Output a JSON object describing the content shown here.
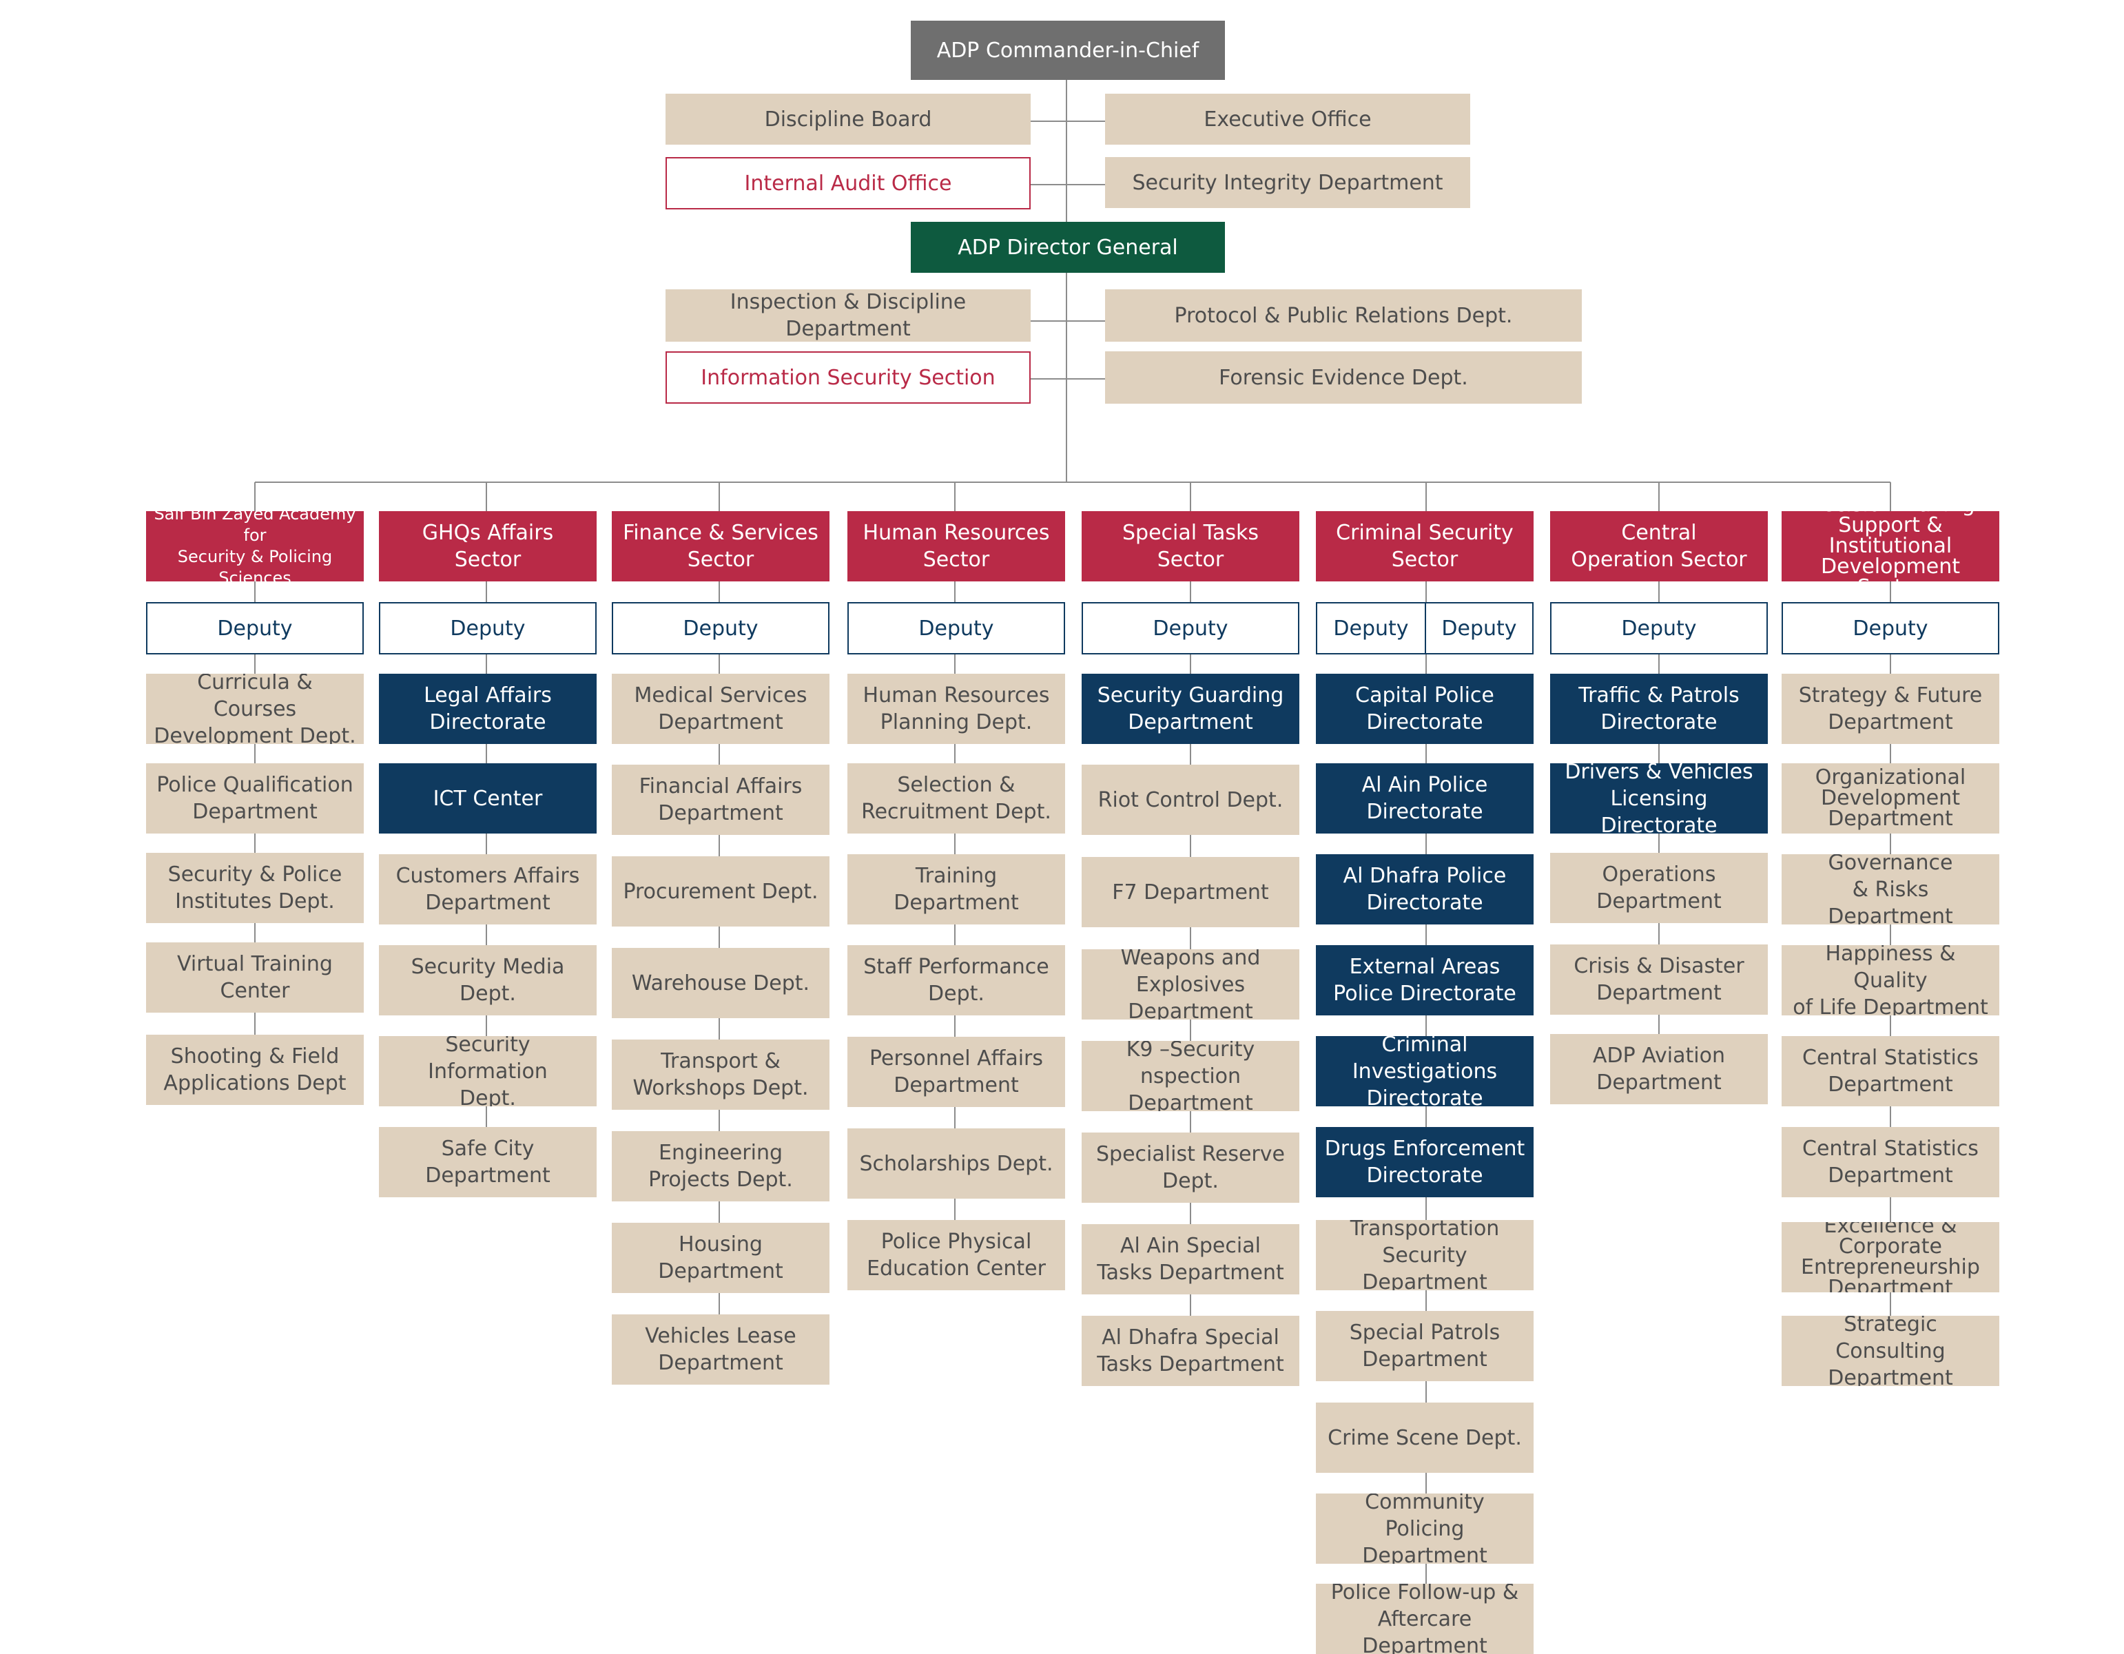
{
  "top": {
    "commander": "ADP Commander-in-Chief",
    "discipline_board": "Discipline Board",
    "executive_office": "Executive Office",
    "internal_audit": "Internal Audit Office",
    "security_integrity": "Security Integrity Department",
    "director_general": "ADP Director General",
    "inspection": "Inspection & Discipline Department",
    "protocol": "Protocol & Public Relations Dept.",
    "info_security": "Information Security Section",
    "forensic": "Forensic Evidence Dept."
  },
  "colors": {
    "beige": "#dfd1be",
    "red": "#b92a47",
    "navy": "#0f3a5f",
    "green": "#0e5a3f",
    "gray": "#6f6f6f",
    "line": "#8c8c8c"
  },
  "sectors": [
    {
      "title": "Saif Bin Zayed Academy for\nSecurity & Policing Sciences",
      "deputies": [
        "Deputy"
      ],
      "units": [
        {
          "label": "Curricula & Courses\nDevelopment Dept.",
          "style": "beige"
        },
        {
          "label": "Police Qualification\nDepartment",
          "style": "beige"
        },
        {
          "label": "Security & Police\nInstitutes Dept.",
          "style": "beige"
        },
        {
          "label": "Virtual Training Center",
          "style": "beige"
        },
        {
          "label": "Shooting & Field\nApplications Dept",
          "style": "beige"
        }
      ]
    },
    {
      "title": "GHQs Affairs Sector",
      "deputies": [
        "Deputy"
      ],
      "units": [
        {
          "label": "Legal Affairs\nDirectorate",
          "style": "navy"
        },
        {
          "label": "ICT Center",
          "style": "navy"
        },
        {
          "label": "Customers Affairs\nDepartment",
          "style": "beige"
        },
        {
          "label": "Security Media Dept.",
          "style": "beige"
        },
        {
          "label": "Security Information\nDept.",
          "style": "beige"
        },
        {
          "label": "Safe City Department",
          "style": "beige"
        }
      ]
    },
    {
      "title": "Finance & Services\nSector",
      "deputies": [
        "Deputy"
      ],
      "units": [
        {
          "label": "Medical Services\nDepartment",
          "style": "beige"
        },
        {
          "label": "Financial Affairs\nDepartment",
          "style": "beige"
        },
        {
          "label": "Procurement Dept.",
          "style": "beige"
        },
        {
          "label": "Warehouse Dept.",
          "style": "beige"
        },
        {
          "label": "Transport &\nWorkshops Dept.",
          "style": "beige"
        },
        {
          "label": "Engineering\nProjects Dept.",
          "style": "beige"
        },
        {
          "label": "Housing Department",
          "style": "beige"
        },
        {
          "label": "Vehicles Lease\nDepartment",
          "style": "beige"
        }
      ]
    },
    {
      "title": "Human Resources\nSector",
      "deputies": [
        "Deputy"
      ],
      "units": [
        {
          "label": "Human Resources\nPlanning Dept.",
          "style": "beige"
        },
        {
          "label": "Selection &\nRecruitment Dept.",
          "style": "beige"
        },
        {
          "label": "Training Department",
          "style": "beige"
        },
        {
          "label": "Staff  Performance\nDept.",
          "style": "beige"
        },
        {
          "label": "Personnel Affairs\nDepartment",
          "style": "beige"
        },
        {
          "label": "Scholarships Dept.",
          "style": "beige"
        },
        {
          "label": "Police Physical\nEducation Center",
          "style": "beige"
        }
      ]
    },
    {
      "title": "Special Tasks Sector",
      "deputies": [
        "Deputy"
      ],
      "units": [
        {
          "label": "Security Guarding\nDepartment",
          "style": "navy"
        },
        {
          "label": "Riot Control Dept.",
          "style": "beige"
        },
        {
          "label": "F7 Department",
          "style": "beige"
        },
        {
          "label": "Weapons and\nExplosives Department",
          "style": "beige"
        },
        {
          "label": "K9 –Security\nnspection Department",
          "style": "beige"
        },
        {
          "label": "Specialist Reserve\nDept.",
          "style": "beige"
        },
        {
          "label": "Al Ain Special\nTasks Department",
          "style": "beige"
        },
        {
          "label": "Al Dhafra Special\nTasks Department",
          "style": "beige"
        }
      ]
    },
    {
      "title": "Criminal Security\nSector",
      "deputies": [
        "Deputy",
        "Deputy"
      ],
      "units": [
        {
          "label": "Capital Police\nDirectorate",
          "style": "navy"
        },
        {
          "label": "Al Ain Police\nDirectorate",
          "style": "navy"
        },
        {
          "label": "Al Dhafra Police\nDirectorate",
          "style": "navy"
        },
        {
          "label": "External Areas\nPolice Directorate",
          "style": "navy"
        },
        {
          "label": "Criminal Investigations\nDirectorate",
          "style": "navy"
        },
        {
          "label": "Drugs Enforcement\nDirectorate",
          "style": "navy"
        },
        {
          "label": "Transportation Security\nDepartment",
          "style": "beige"
        },
        {
          "label": "Special Patrols\nDepartment",
          "style": "beige"
        },
        {
          "label": "Crime Scene Dept.",
          "style": "beige"
        },
        {
          "label": "Community Policing\nDepartment",
          "style": "beige"
        },
        {
          "label": "Police Follow-up &\nAftercare Department",
          "style": "beige"
        }
      ]
    },
    {
      "title": "Central\nOperation Sector",
      "deputies": [
        "Deputy"
      ],
      "units": [
        {
          "label": "Traffic & Patrols\nDirectorate",
          "style": "navy"
        },
        {
          "label": "Drivers & Vehicles\nLicensing Directorate",
          "style": "navy"
        },
        {
          "label": "Operations\nDepartment",
          "style": "beige"
        },
        {
          "label": "Crisis & Disaster\nDepartment",
          "style": "beige"
        },
        {
          "label": "ADP Aviation\nDepartment",
          "style": "beige"
        }
      ]
    },
    {
      "title": "Decision Making\nSupport & Institutional\nDevelopment  Sector",
      "deputies": [
        "Deputy"
      ],
      "units": [
        {
          "label": "Strategy & Future\nDepartment",
          "style": "beige"
        },
        {
          "label": "Organizational\nDevelopment\nDepartment",
          "style": "beige"
        },
        {
          "label": "Governance\n& Risks Department",
          "style": "beige"
        },
        {
          "label": "Happiness & Quality\nof Life Department",
          "style": "beige"
        },
        {
          "label": "Central Statistics\nDepartment",
          "style": "beige"
        },
        {
          "label": "Central Statistics\nDepartment",
          "style": "beige"
        },
        {
          "label": "Excellence & Corporate\nEntrepreneurship\nDepartment",
          "style": "beige"
        },
        {
          "label": "Strategic Consulting\nDepartment",
          "style": "beige"
        }
      ]
    }
  ]
}
